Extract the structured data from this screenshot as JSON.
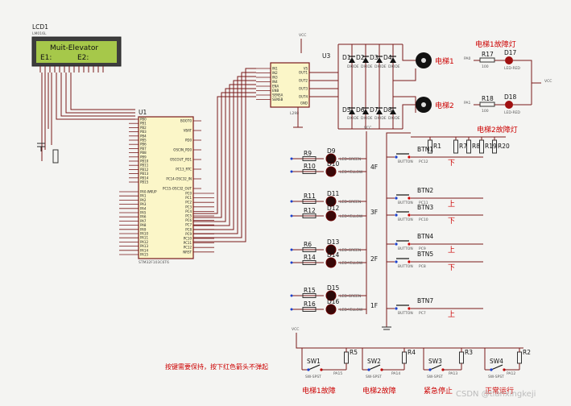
{
  "lcd": {
    "ref": "LCD1",
    "model": "LM016L",
    "line1": "Muit-Elevator",
    "line2a": "E1:",
    "line2b": "E2:"
  },
  "mcu": {
    "ref": "U1",
    "part": "STM32F103C6T6",
    "left_pins": [
      "PB0",
      "PB1",
      "PB2",
      "PB3",
      "PB4",
      "PB5",
      "PB6",
      "PB7",
      "PB8",
      "PB9",
      "PB10",
      "PB11",
      "PB12",
      "PB13",
      "PB14",
      "PB15"
    ],
    "right_top_pins": [
      "BOOT0",
      "VBAT",
      "PD0",
      "OSCIN_PD0",
      "OSCOUT_PD1",
      "PC13_RTC",
      "PC14-OSC32_IN",
      "PC15-OSC32_OUT"
    ],
    "left_bottom_pins": [
      "PA0-WKUP",
      "PA1",
      "PA2",
      "PA3",
      "PA4",
      "PA5",
      "PA6",
      "PA7",
      "PA8",
      "PA9",
      "PA10",
      "PA11",
      "PA12",
      "PA13",
      "PA14",
      "PA15"
    ],
    "right_bottom_pins": [
      "PC0",
      "PC1",
      "PC2",
      "PC3",
      "PC4",
      "PC5",
      "PC6",
      "PC7",
      "PC8",
      "PC9",
      "PC10",
      "PC11",
      "PC12",
      "NRST"
    ]
  },
  "driver": {
    "ref": "U3",
    "part": "L298",
    "left_pins": [
      "IN1",
      "IN2",
      "IN3",
      "IN4",
      "ENA",
      "ENB",
      "SENSA",
      "SENSB"
    ],
    "right_pins": [
      "VS",
      "OUT1",
      "OUT2",
      "OUT3",
      "OUT4",
      "GND"
    ],
    "supply": "VCC"
  },
  "diodes_top": [
    "D1",
    "D2",
    "D3",
    "D4"
  ],
  "diodes_bottom": [
    "D5",
    "D6",
    "D7",
    "D8"
  ],
  "diode_type": "DIODE",
  "motors": [
    {
      "label": "电梯1"
    },
    {
      "label": "电梯2"
    }
  ],
  "fault_lamps": {
    "lamp1_title": "电梯1故障灯",
    "lamp2_title": "电梯2故障灯",
    "r1": "R17",
    "r2": "R18",
    "d1": "D17",
    "d2": "D18",
    "value": "100",
    "led": "LED-RED",
    "pin1": "PA0",
    "pin2": "PA1",
    "supply": "VCC"
  },
  "leds": [
    {
      "r": "R9",
      "d": "D9",
      "type": "LED-GREEN"
    },
    {
      "r": "R10",
      "d": "D10",
      "type": "LED-YELLOW"
    },
    {
      "r": "R11",
      "d": "D11",
      "type": "LED-GREEN"
    },
    {
      "r": "R12",
      "d": "D12",
      "type": "LED-YELLOW"
    },
    {
      "r": "R6",
      "d": "D13",
      "type": "LED-GREEN"
    },
    {
      "r": "R14",
      "d": "D14",
      "type": "LED-YELLOW"
    },
    {
      "r": "R15",
      "d": "D15",
      "type": "LED-GREEN"
    },
    {
      "r": "R16",
      "d": "D16",
      "type": "LED-YELLOW"
    }
  ],
  "floors": [
    "4F",
    "3F",
    "2F",
    "1F"
  ],
  "buttons": [
    {
      "ref": "BTN1",
      "dir": "下",
      "pin": "PC12"
    },
    {
      "ref": "BTN2",
      "dir": "上",
      "pin": "PC11"
    },
    {
      "ref": "BTN3",
      "dir": "下",
      "pin": "PC10"
    },
    {
      "ref": "BTN4",
      "dir": "上",
      "pin": "PC9"
    },
    {
      "ref": "BTN5",
      "dir": "下",
      "pin": "PC8"
    },
    {
      "ref": "BTN7",
      "dir": "上",
      "pin": "PC7"
    }
  ],
  "button_type": "BUTTON",
  "pullups": [
    "R1",
    "R7",
    "R8",
    "R19",
    "R20"
  ],
  "vcc": "VCC",
  "switches": [
    {
      "ref": "SW1",
      "res": "R5",
      "label": "电梯1故障",
      "pin": "PA15"
    },
    {
      "ref": "SW2",
      "res": "R4",
      "label": "电梯2故障",
      "pin": "PA14"
    },
    {
      "ref": "SW3",
      "res": "R3",
      "label": "紧急停止",
      "pin": "PA13"
    },
    {
      "ref": "SW4",
      "res": "R2",
      "label": "正常运行",
      "pin": "PA12"
    }
  ],
  "switch_type": "SW-SPST",
  "note": "按键需要保持，按下红色箭头不弹起",
  "watermark": "CSDN @tianxingkeji"
}
